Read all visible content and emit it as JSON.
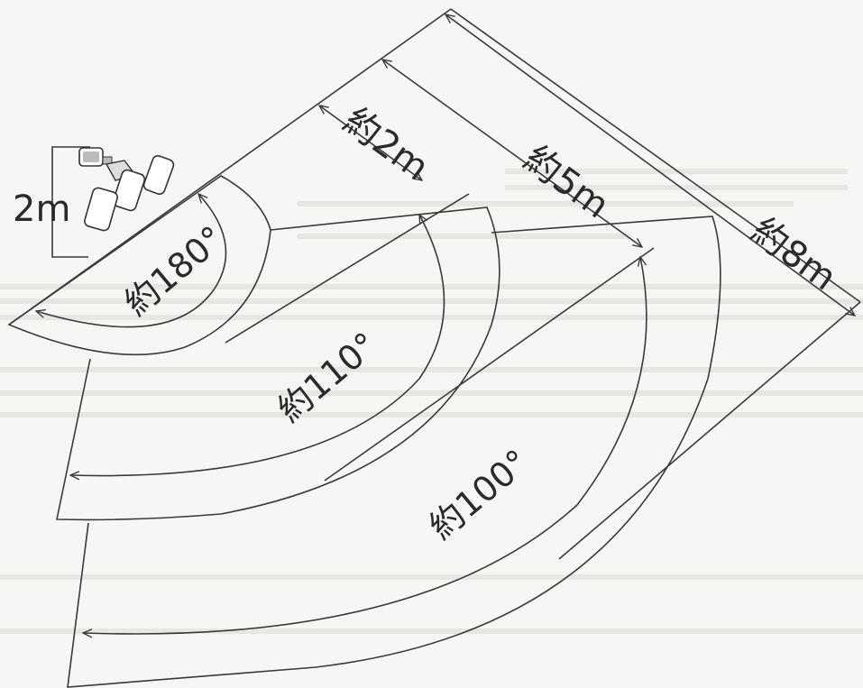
{
  "mount_height": {
    "label": "2m"
  },
  "zones": [
    {
      "id": "zone-2m",
      "angle_label": "約180°",
      "distance_label": "約2m"
    },
    {
      "id": "zone-5m",
      "angle_label": "約110°",
      "distance_label": "約5m"
    },
    {
      "id": "zone-8m",
      "angle_label": "約100°",
      "distance_label": "約8m"
    }
  ],
  "colors": {
    "line": "#3a3a3a",
    "text": "#2a2a2a",
    "background": "#f6f6f4"
  },
  "icons": {
    "lamp": "triple-spotlight-icon"
  }
}
